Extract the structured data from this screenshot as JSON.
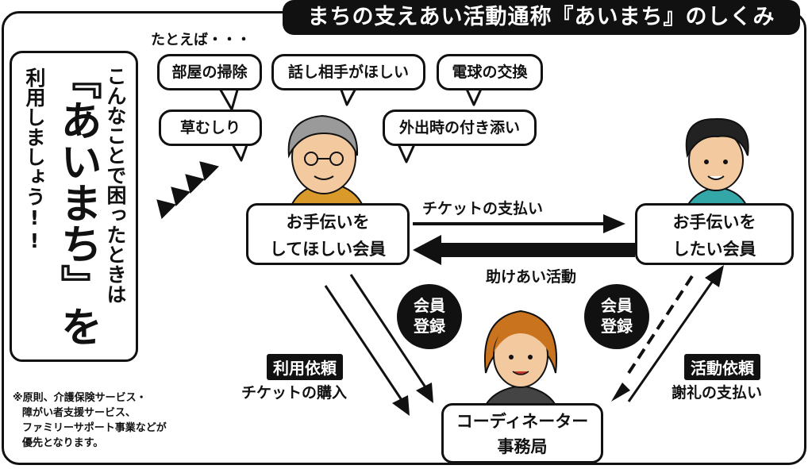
{
  "title": "まちの支えあい活動通称『あいまち』のしくみ",
  "for_example": "たとえば・・・",
  "left_panel": {
    "line1": "こんなことで困ったときは",
    "line2": "『あいまち』を",
    "line3": "利用しましょう!!"
  },
  "bubbles": {
    "cleaning": "部屋の掃除",
    "conversation": "話し相手がほしい",
    "lightbulb": "電球の交換",
    "weeding": "草むしり",
    "outing": "外出時の付き添い"
  },
  "members": {
    "requester": {
      "line1": "お手伝いを",
      "line2": "してほしい会員"
    },
    "helper": {
      "line1": "お手伝いを",
      "line2": "したい会員"
    }
  },
  "office": {
    "line1": "コーディネーター",
    "line2": "事務局"
  },
  "arrows": {
    "ticket_payment": "チケットの支払い",
    "mutual_help": "助けあい活動"
  },
  "badges": {
    "register_left": {
      "line1": "会員",
      "line2": "登録"
    },
    "register_right": {
      "line1": "会員",
      "line2": "登録"
    }
  },
  "flows": {
    "usage_request_tag": "利用依頼",
    "ticket_purchase": "チケットの購入",
    "activity_request_tag": "活動依頼",
    "thanks_payment": "謝礼の支払い"
  },
  "note": {
    "line1": "※原則、介護保険サービス・",
    "line2": "障がい者支援サービス、",
    "line3": "ファミリーサポート事業などが",
    "line4": "優先となります。"
  }
}
